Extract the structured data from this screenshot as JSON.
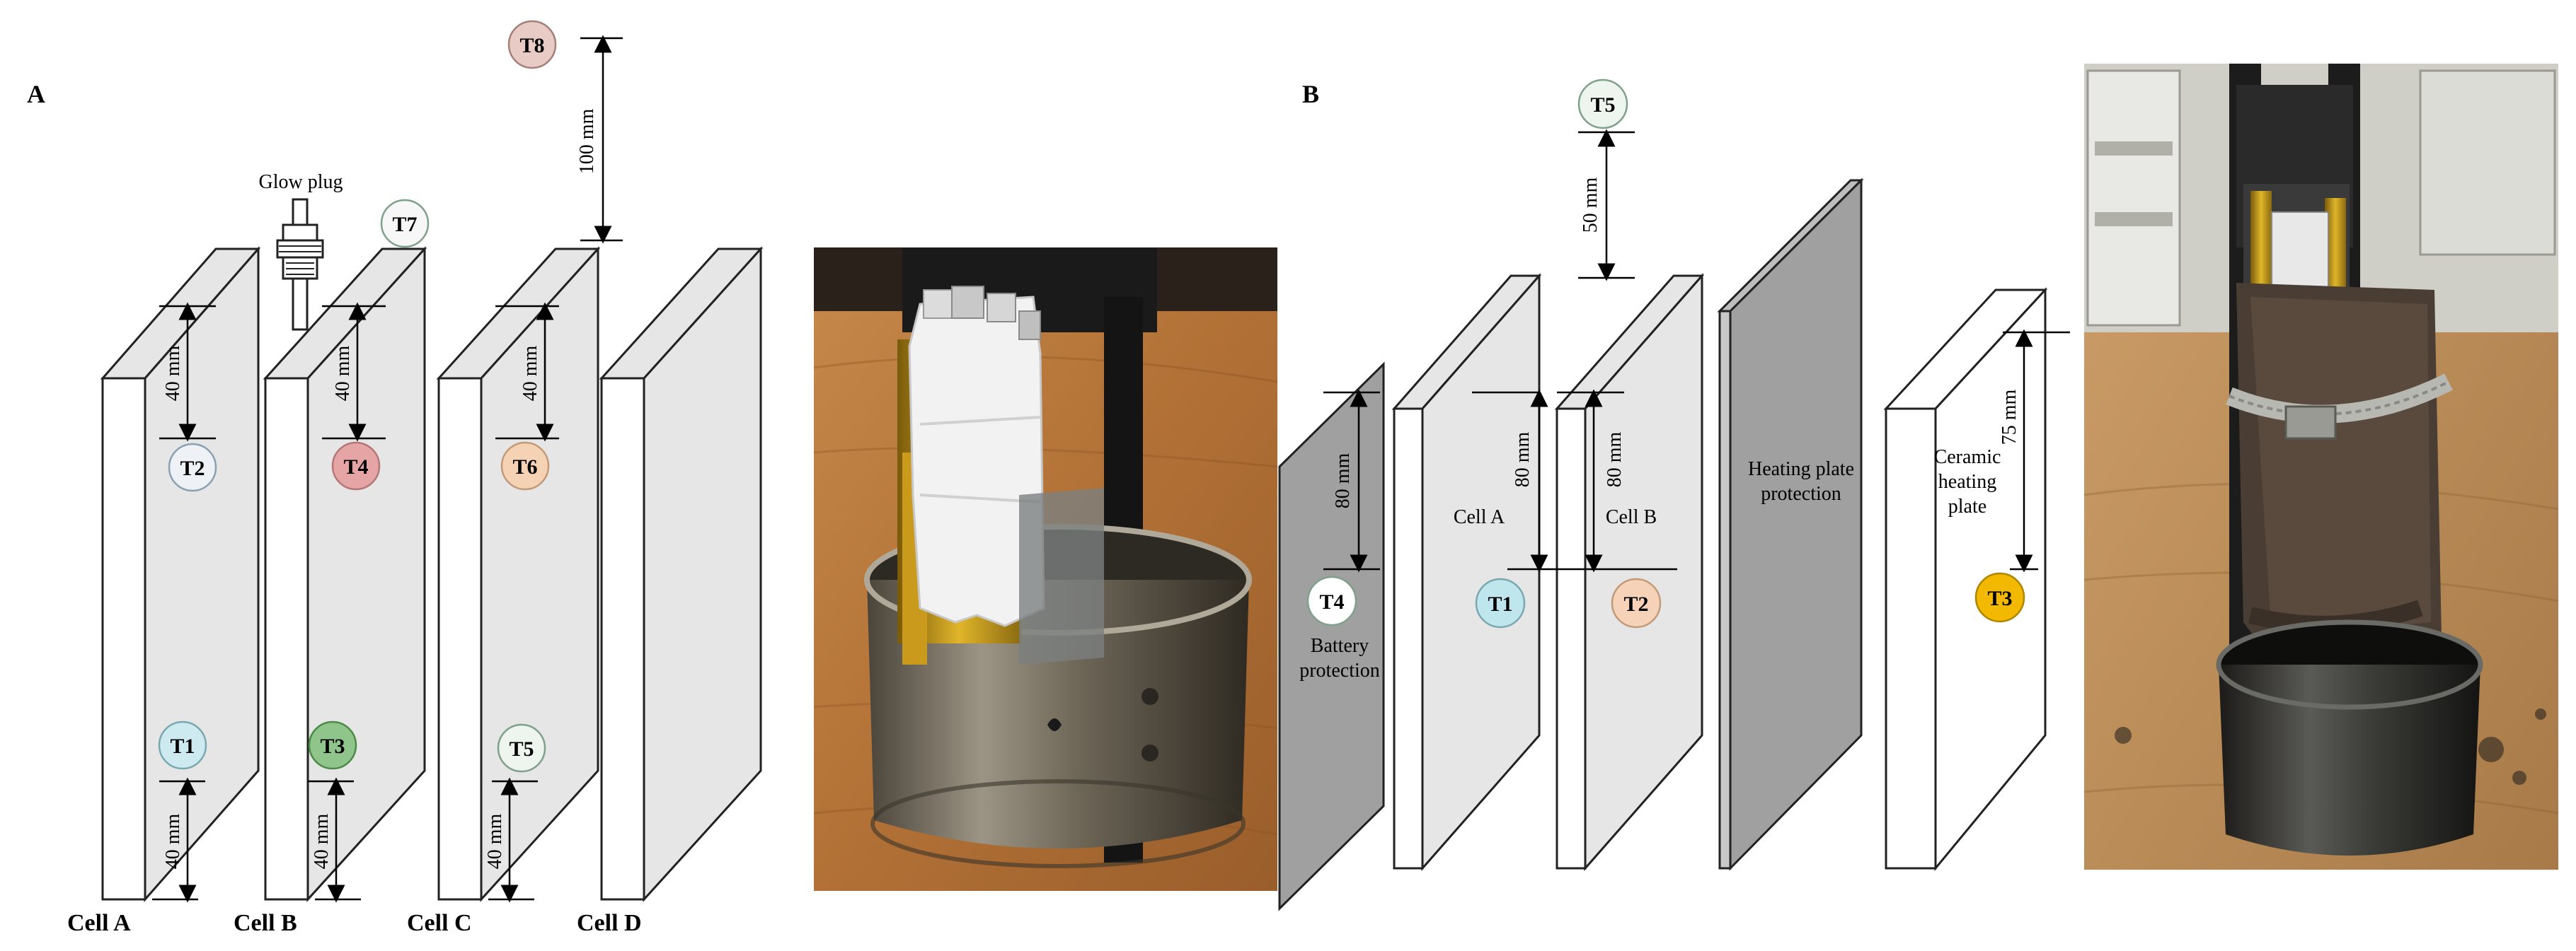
{
  "colors": {
    "front_face": "#ffffff",
    "side_face": "#e6e6e6",
    "dark_plate": "#a0a0a0",
    "outline": "#222222",
    "T1": "#cdeaf0",
    "T2": "#eef1f6",
    "T3": "#8fc48a",
    "T4": "#e4a5a4",
    "T5": "#eef4ee",
    "T6": "#f6d2b4",
    "T7": "#f7f7f7",
    "T8": "#e7cbc4",
    "B_T1": "#bfe6ec",
    "B_T2": "#f6d3b8",
    "B_T3": "#f2b900",
    "B_T4": "#ffffff",
    "B_T5": "#eef4ee"
  },
  "panelA": {
    "letter": "A",
    "glow_plug_label": "Glow plug",
    "cells": [
      "Cell A",
      "Cell B",
      "Cell C",
      "Cell D"
    ],
    "sensors": {
      "T1": "T1",
      "T2": "T2",
      "T3": "T3",
      "T4": "T4",
      "T5": "T5",
      "T6": "T6",
      "T7": "T7",
      "T8": "T8"
    },
    "dims": {
      "top_a": "40 mm",
      "top_b": "40 mm",
      "top_c": "40 mm",
      "bottom_a": "40 mm",
      "bottom_b": "40 mm",
      "bottom_c": "40 mm",
      "t8_height": "100 mm"
    }
  },
  "panelB": {
    "letter": "B",
    "labels": {
      "cell_a": "Cell A",
      "cell_b": "Cell B",
      "battery_protection": [
        "Battery",
        "protection"
      ],
      "heating_plate_protection": [
        "Heating plate",
        "protection"
      ],
      "ceramic_heating_plate": [
        "Ceramic",
        "heating",
        "plate"
      ]
    },
    "sensors": {
      "T1": "T1",
      "T2": "T2",
      "T3": "T3",
      "T4": "T4",
      "T5": "T5"
    },
    "dims": {
      "t5_height": "50 mm",
      "plate_a": "80 mm",
      "plate_b": "80 mm",
      "plate_c": "80 mm",
      "ceramic": "75 mm"
    }
  },
  "photos": {
    "photo1": "photo-taped-cells-in-pot",
    "photo2": "photo-clamped-stack-in-pot"
  }
}
